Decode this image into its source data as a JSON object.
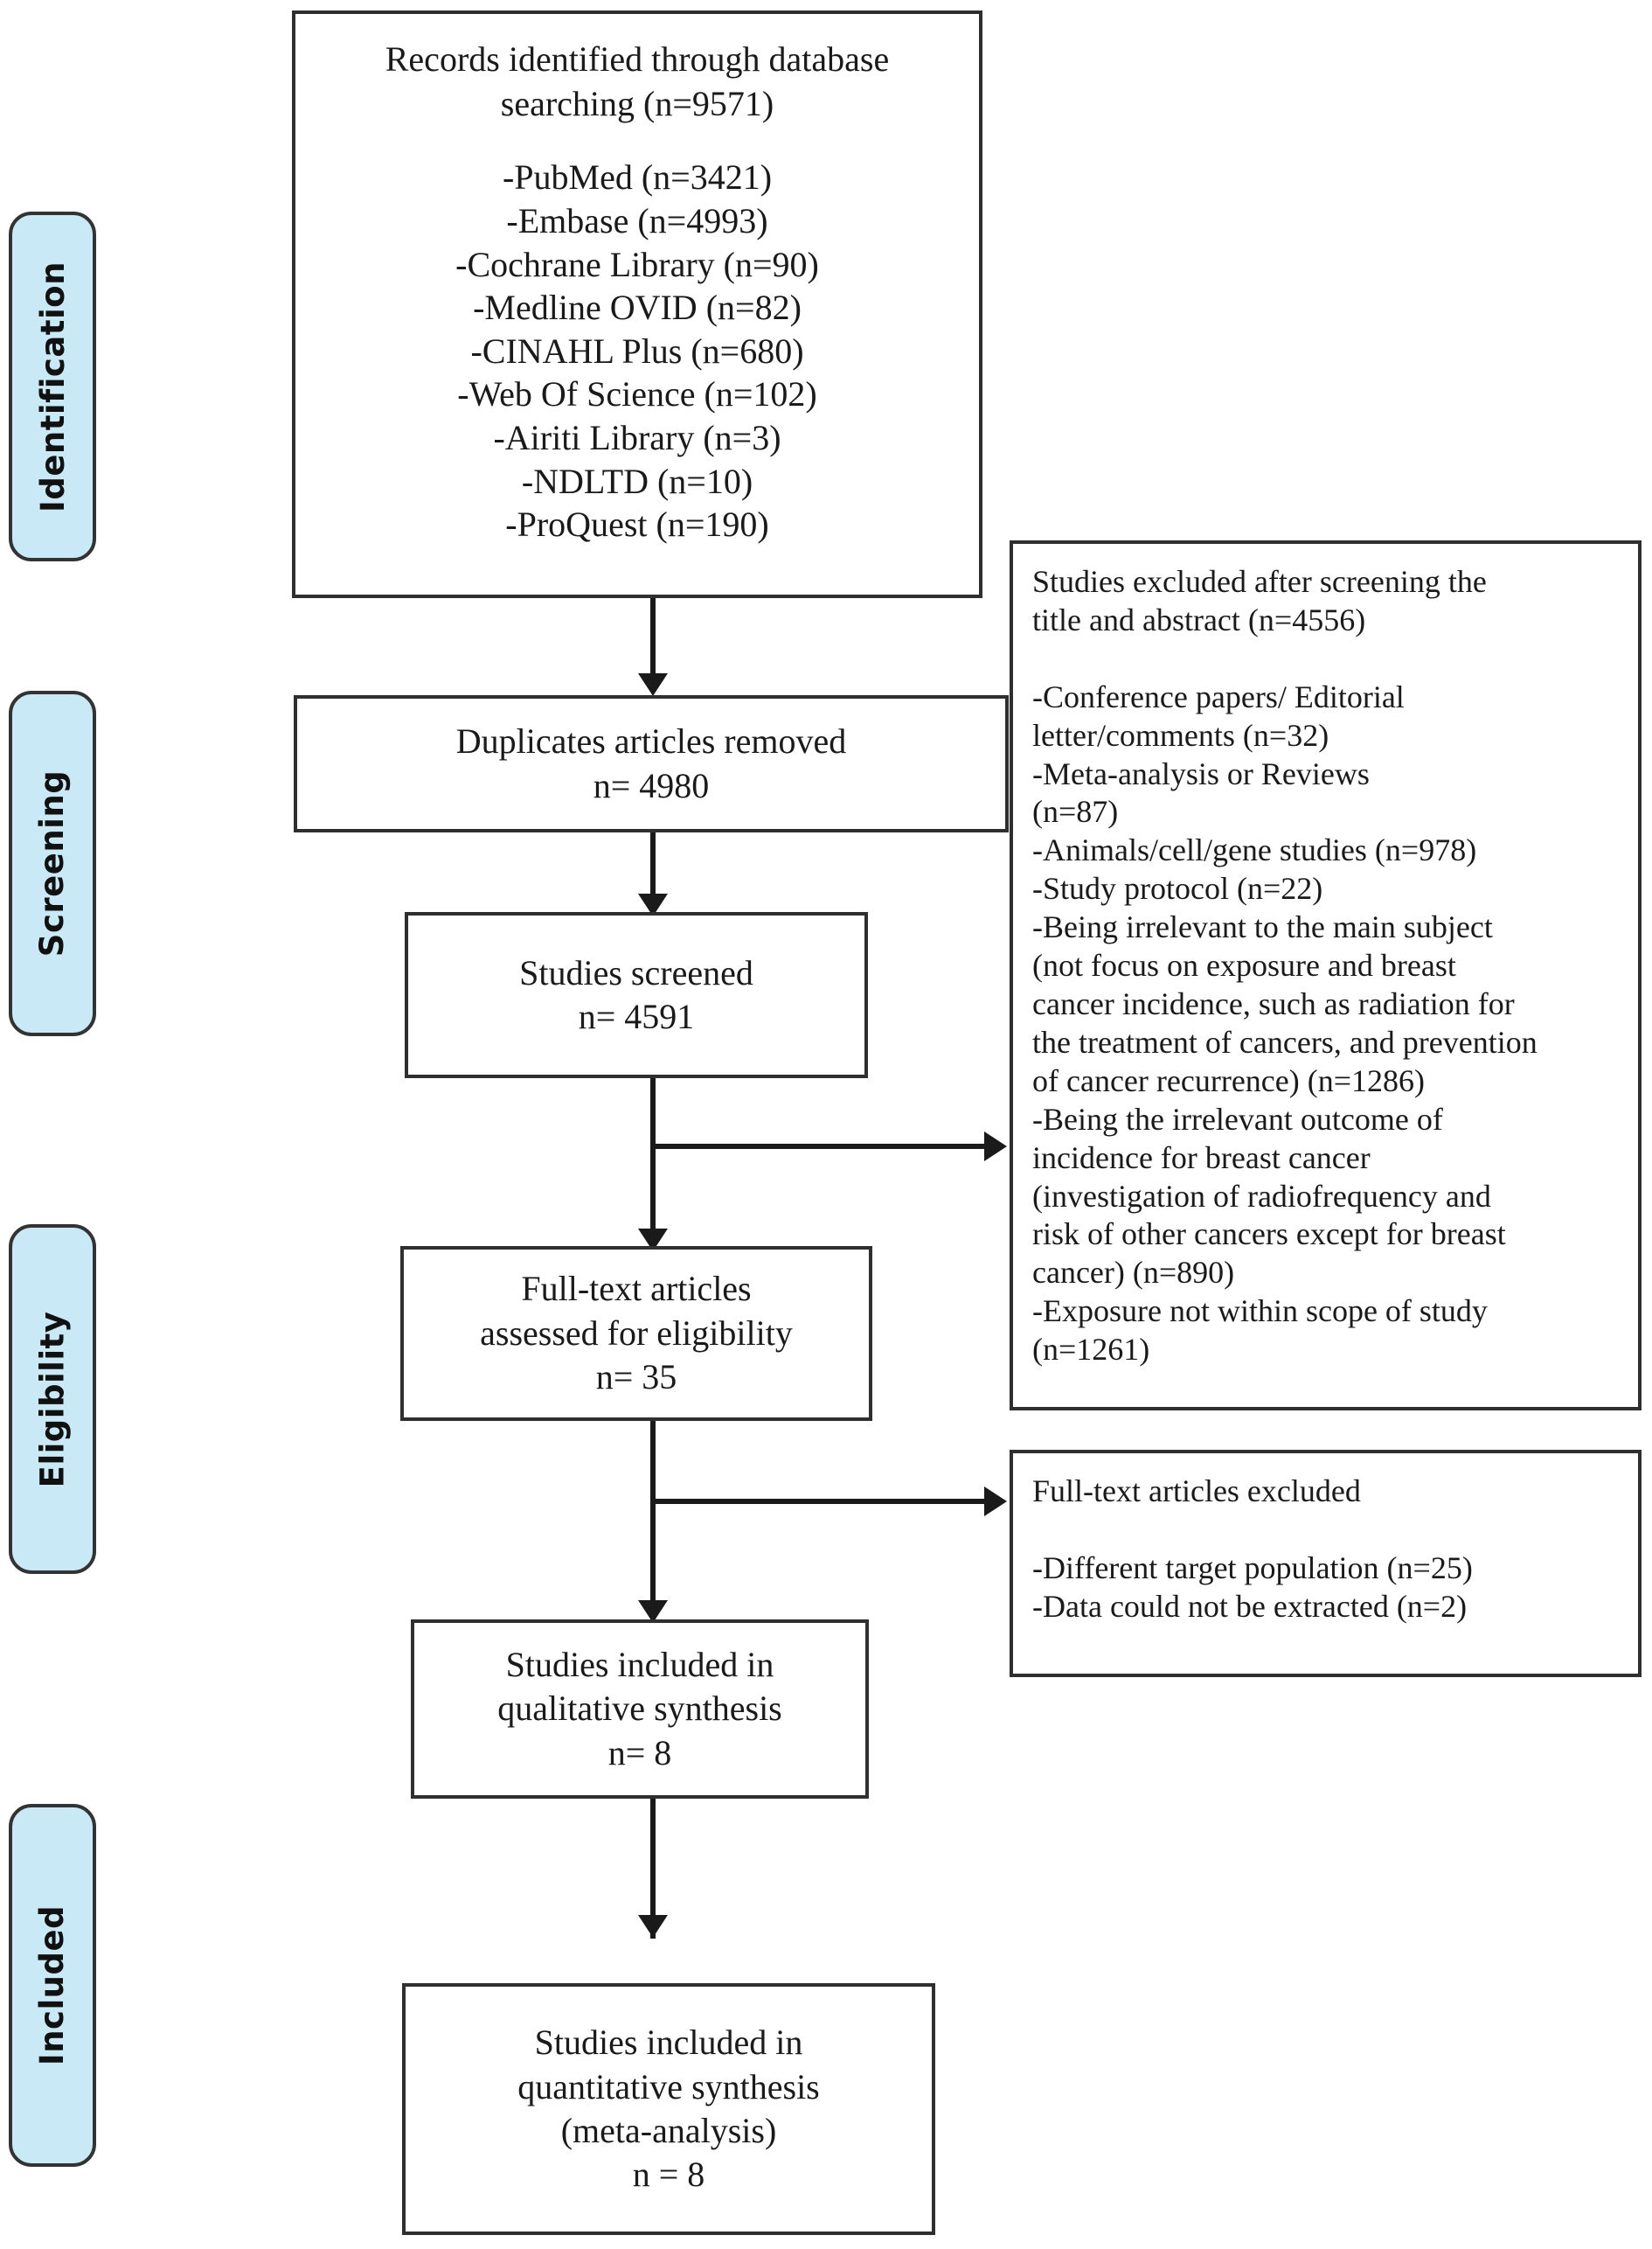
{
  "diagram": {
    "type": "PRISMA flow diagram",
    "stages": [
      {
        "id": "identification",
        "label": "Identification"
      },
      {
        "id": "screening",
        "label": "Screening"
      },
      {
        "id": "eligibility",
        "label": "Eligibility"
      },
      {
        "id": "included",
        "label": "Included"
      }
    ],
    "boxes": {
      "records_identified": {
        "title": "Records identified through database\nsearching (n=9571)",
        "sources": [
          "-PubMed (n=3421)",
          "-Embase (n=4993)",
          "-Cochrane Library (n=90)",
          "-Medline OVID (n=82)",
          "-CINAHL Plus (n=680)",
          "-Web Of Science (n=102)",
          "-Airiti Library (n=3)",
          "-NDLTD (n=10)",
          "-ProQuest (n=190)"
        ]
      },
      "duplicates_removed": {
        "text": "Duplicates articles removed\nn= 4980"
      },
      "studies_screened": {
        "text": "Studies screened\nn= 4591"
      },
      "fulltext_assessed": {
        "text": "Full-text articles\nassessed for eligibility\nn= 35"
      },
      "qualitative_synthesis": {
        "text": "Studies included in\nqualitative synthesis\nn= 8"
      },
      "quantitative_synthesis": {
        "text": "Studies included in\nquantitative synthesis\n(meta-analysis)\nn = 8"
      },
      "screening_excluded": {
        "text": "Studies excluded after screening the\ntitle and abstract (n=4556)\n\n-Conference papers/ Editorial\nletter/comments (n=32)\n-Meta-analysis or Reviews\n(n=87)\n-Animals/cell/gene studies (n=978)\n-Study protocol (n=22)\n-Being irrelevant to the main subject\n (not focus on exposure and breast\ncancer incidence, such as radiation for\nthe treatment of cancers, and prevention\nof cancer recurrence) (n=1286)\n-Being the irrelevant outcome of\nincidence for breast cancer\n(investigation of radiofrequency and\nrisk of other cancers except for breast\ncancer) (n=890)\n-Exposure not within scope of study\n(n=1261)"
      },
      "fulltext_excluded": {
        "text": "Full-text articles excluded\n\n-Different target population (n=25)\n-Data could not be extracted (n=2)"
      }
    },
    "colors": {
      "stage_fill": "#c9e9f7",
      "stage_border": "#333333",
      "box_border": "#2f2f2f",
      "line": "#1a1a1a",
      "background": "#ffffff"
    }
  }
}
